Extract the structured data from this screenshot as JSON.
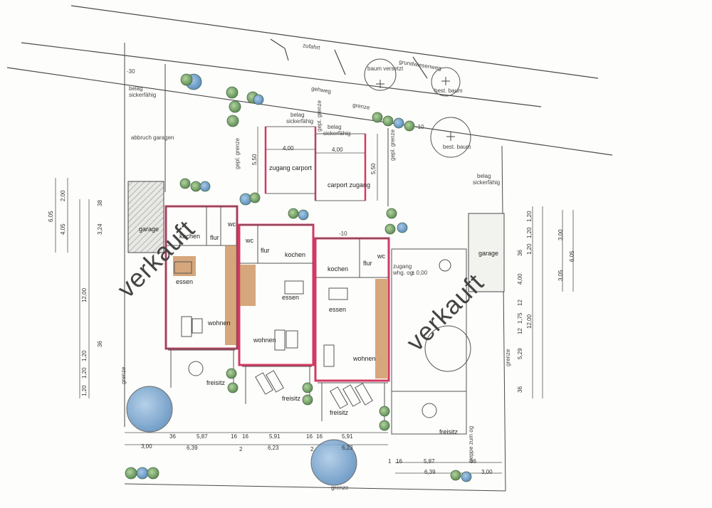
{
  "labels": {
    "zufahrt": "zufahrt",
    "grundwiesenweg": "grundwiesenweg",
    "gehweg": "gehweg",
    "grenze": "grenze",
    "baum_versetzt": "baum versetzt",
    "best_baum": "best. baum",
    "belag_sickerfaehig": "belag sickerfähig",
    "belag": "belag",
    "sickerfaehig": "sickerfähig",
    "abbruch_garagen": "abbruch garagen",
    "gepl_grenze": "gepl. grenze",
    "zugang_carport": "zugang carport",
    "carport_zugang": "carport zugang",
    "garage": "garage",
    "kochen": "kochen",
    "flur": "flur",
    "wc": "wc",
    "essen": "essen",
    "wohnen": "wohnen",
    "freisitz": "freisitz",
    "zugang_whg": "zugang",
    "whg_og": "whg. og.",
    "treppe_zum_og": "treppe zum og",
    "verkauft": "verkauft",
    "lvl_minus_30": "-30",
    "lvl_minus_10": "-10",
    "lvl_pm0": "± 0,00"
  },
  "dims": {
    "d400": "4,00",
    "d550": "5,50",
    "d200": "2,00",
    "d605": "6,05",
    "d405": "4,05",
    "d38": "38",
    "d324": "3,24",
    "d1200": "12,00",
    "d36": "36",
    "d120": "1,20",
    "d300": "3,00",
    "d587": "5,87",
    "d16": "16",
    "d591": "5,91",
    "d639": "6,39",
    "d2": "2",
    "d623": "6,23",
    "d1": "1",
    "d305": "3,05",
    "d12": "12",
    "d175": "1,75",
    "d529": "5,29"
  },
  "colors": {
    "wall": "#d23a63",
    "wood": "#c98a52",
    "tree_blue": "#6fa3cf",
    "tree_green": "#7fae6a",
    "line": "#4a4a4a"
  }
}
